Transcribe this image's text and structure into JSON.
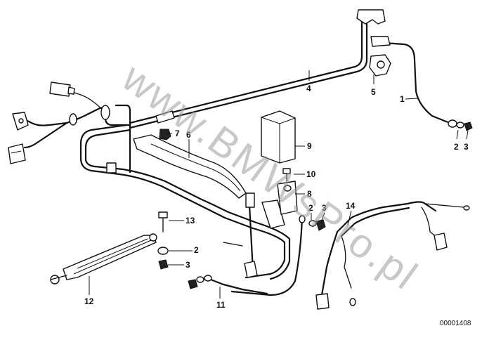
{
  "diagram": {
    "callouts": {
      "c1": "1",
      "c2a": "2",
      "c3a": "3",
      "c4": "4",
      "c5": "5",
      "c6": "6",
      "c7": "7",
      "c8": "8",
      "c9": "9",
      "c10": "10",
      "c2b": "2",
      "c3b": "3",
      "c14": "14",
      "c13": "13",
      "c2c": "2",
      "c3c": "3",
      "c12": "12",
      "c11": "11"
    },
    "watermark": "www.BMWsPro.pl",
    "reference_number": "00001408"
  }
}
